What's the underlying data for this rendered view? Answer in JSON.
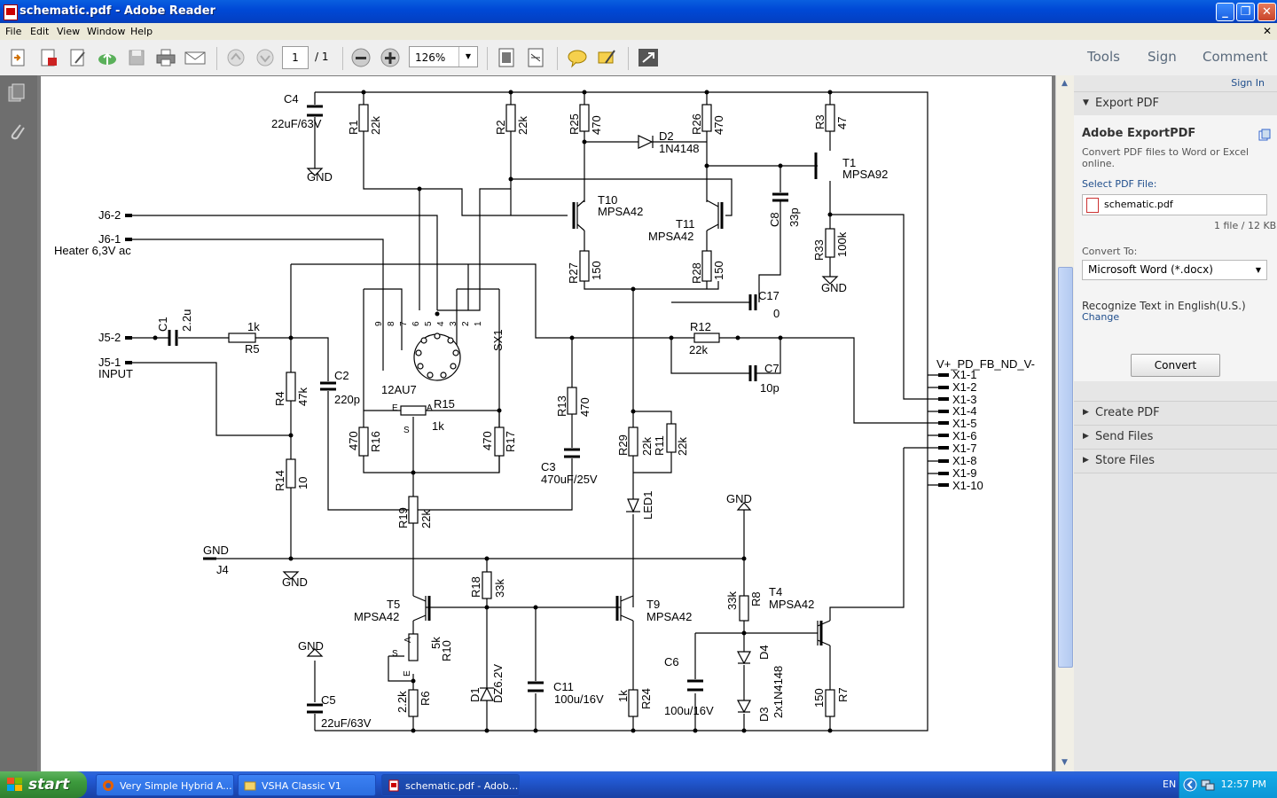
{
  "window": {
    "title": "schematic.pdf - Adobe Reader"
  },
  "menu": [
    "File",
    "Edit",
    "View",
    "Window",
    "Help"
  ],
  "toolbar": {
    "page_current": "1",
    "page_total": "/ 1",
    "zoom": "126%",
    "links": [
      "Tools",
      "Sign",
      "Comment"
    ]
  },
  "right_panel": {
    "sign_in": "Sign In",
    "export_section": "Export PDF",
    "export_title": "Adobe ExportPDF",
    "export_sub": "Convert PDF files to Word or Excel online.",
    "select_label": "Select PDF File:",
    "file_name": "schematic.pdf",
    "file_info": "1 file / 12 KB",
    "convert_to_label": "Convert To:",
    "convert_to_value": "Microsoft Word (*.docx)",
    "recognize_text": "Recognize Text in English(U.S.)",
    "change_link": "Change",
    "convert_button": "Convert",
    "sections": [
      "Create PDF",
      "Send Files",
      "Store Files"
    ]
  },
  "schematic": {
    "labels": [
      {
        "id": "c4",
        "t": "C4"
      },
      {
        "id": "c4v",
        "t": "22uF/63V"
      },
      {
        "id": "gnd1",
        "t": "GND"
      },
      {
        "id": "r1",
        "t": "R1"
      },
      {
        "id": "r1v",
        "t": "22k"
      },
      {
        "id": "r2",
        "t": "R2"
      },
      {
        "id": "r2v",
        "t": "22k"
      },
      {
        "id": "r25",
        "t": "R25"
      },
      {
        "id": "r25v",
        "t": "470"
      },
      {
        "id": "d2",
        "t": "D2"
      },
      {
        "id": "d2v",
        "t": "1N4148"
      },
      {
        "id": "r26",
        "t": "R26"
      },
      {
        "id": "r26v",
        "t": "470"
      },
      {
        "id": "r3",
        "t": "R3"
      },
      {
        "id": "r3v",
        "t": "47"
      },
      {
        "id": "t1",
        "t": "T1"
      },
      {
        "id": "t1v",
        "t": "MPSA92"
      },
      {
        "id": "t10",
        "t": "T10"
      },
      {
        "id": "t10v",
        "t": "MPSA42"
      },
      {
        "id": "t11",
        "t": "T11"
      },
      {
        "id": "t11v",
        "t": "MPSA42"
      },
      {
        "id": "c8",
        "t": "C8"
      },
      {
        "id": "c8v",
        "t": "33p"
      },
      {
        "id": "r33",
        "t": "R33"
      },
      {
        "id": "r33v",
        "t": "100k"
      },
      {
        "id": "gnd2",
        "t": "GND"
      },
      {
        "id": "j62",
        "t": "J6-2"
      },
      {
        "id": "j61",
        "t": "J6-1"
      },
      {
        "id": "heater",
        "t": "Heater 6,3V ac"
      },
      {
        "id": "r27",
        "t": "R27"
      },
      {
        "id": "r27v",
        "t": "150"
      },
      {
        "id": "r28",
        "t": "R28"
      },
      {
        "id": "r28v",
        "t": "150"
      },
      {
        "id": "c17",
        "t": "C17"
      },
      {
        "id": "c17v",
        "t": "0"
      },
      {
        "id": "c1",
        "t": "C1"
      },
      {
        "id": "c1v",
        "t": "2.2u"
      },
      {
        "id": "r5v",
        "t": "1k"
      },
      {
        "id": "r5",
        "t": "R5"
      },
      {
        "id": "j52",
        "t": "J5-2"
      },
      {
        "id": "j51",
        "t": "J5-1"
      },
      {
        "id": "input",
        "t": "INPUT"
      },
      {
        "id": "r12",
        "t": "R12"
      },
      {
        "id": "r12v",
        "t": "22k"
      },
      {
        "id": "c7",
        "t": "C7"
      },
      {
        "id": "c7v",
        "t": "10p"
      },
      {
        "id": "sx1",
        "t": "SX1"
      },
      {
        "id": "tube",
        "t": "12AU7"
      },
      {
        "id": "p9",
        "t": "9"
      },
      {
        "id": "p8",
        "t": "8"
      },
      {
        "id": "p7",
        "t": "7"
      },
      {
        "id": "p6",
        "t": "6"
      },
      {
        "id": "p5",
        "t": "5"
      },
      {
        "id": "p4",
        "t": "4"
      },
      {
        "id": "p3",
        "t": "3"
      },
      {
        "id": "p2",
        "t": "2"
      },
      {
        "id": "p1",
        "t": "1"
      },
      {
        "id": "r4",
        "t": "R4"
      },
      {
        "id": "r4v",
        "t": "47k"
      },
      {
        "id": "c2",
        "t": "C2"
      },
      {
        "id": "c2v",
        "t": "220p"
      },
      {
        "id": "r15",
        "t": "R15"
      },
      {
        "id": "r15v",
        "t": "1k"
      },
      {
        "id": "r15e",
        "t": "E"
      },
      {
        "id": "r15a",
        "t": "A"
      },
      {
        "id": "r15s",
        "t": "S"
      },
      {
        "id": "r16v",
        "t": "470"
      },
      {
        "id": "r16",
        "t": "R16"
      },
      {
        "id": "r17v",
        "t": "470"
      },
      {
        "id": "r17",
        "t": "R17"
      },
      {
        "id": "r13",
        "t": "R13"
      },
      {
        "id": "r13v",
        "t": "470"
      },
      {
        "id": "c3",
        "t": "C3"
      },
      {
        "id": "c3v",
        "t": "470uF/25V"
      },
      {
        "id": "r29",
        "t": "R29"
      },
      {
        "id": "r29v",
        "t": "22k"
      },
      {
        "id": "r11",
        "t": "R11"
      },
      {
        "id": "r11v",
        "t": "22k"
      },
      {
        "id": "led1",
        "t": "LED1"
      },
      {
        "id": "vlabel",
        "t": "V+_PD_FB_ND_V-"
      },
      {
        "id": "x1",
        "t": "X1-1"
      },
      {
        "id": "x2",
        "t": "X1-2"
      },
      {
        "id": "x3",
        "t": "X1-3"
      },
      {
        "id": "x4",
        "t": "X1-4"
      },
      {
        "id": "x5",
        "t": "X1-5"
      },
      {
        "id": "x6",
        "t": "X1-6"
      },
      {
        "id": "x7",
        "t": "X1-7"
      },
      {
        "id": "x8",
        "t": "X1-8"
      },
      {
        "id": "x9",
        "t": "X1-9"
      },
      {
        "id": "x10",
        "t": "X1-10"
      },
      {
        "id": "r14",
        "t": "R14"
      },
      {
        "id": "r14v",
        "t": "10"
      },
      {
        "id": "r19",
        "t": "R19"
      },
      {
        "id": "r19v",
        "t": "22k"
      },
      {
        "id": "gnd3",
        "t": "GND"
      },
      {
        "id": "j4",
        "t": "J4"
      },
      {
        "id": "gnd4",
        "t": "GND"
      },
      {
        "id": "gnd5",
        "t": "GND"
      },
      {
        "id": "r18",
        "t": "R18"
      },
      {
        "id": "r18v",
        "t": "33k"
      },
      {
        "id": "t5",
        "t": "T5"
      },
      {
        "id": "t5v",
        "t": "MPSA42"
      },
      {
        "id": "t9",
        "t": "T9"
      },
      {
        "id": "t9v",
        "t": "MPSA42"
      },
      {
        "id": "r8v",
        "t": "33k"
      },
      {
        "id": "r8",
        "t": "R8"
      },
      {
        "id": "t4",
        "t": "T4"
      },
      {
        "id": "t4v",
        "t": "MPSA42"
      },
      {
        "id": "r10a",
        "t": "A"
      },
      {
        "id": "r10v",
        "t": "5k"
      },
      {
        "id": "r10",
        "t": "R10"
      },
      {
        "id": "r10s",
        "t": "S"
      },
      {
        "id": "r10e",
        "t": "E"
      },
      {
        "id": "gnd6",
        "t": "GND"
      },
      {
        "id": "c5",
        "t": "C5"
      },
      {
        "id": "c5v",
        "t": "22uF/63V"
      },
      {
        "id": "r6v",
        "t": "2.2k"
      },
      {
        "id": "r6",
        "t": "R6"
      },
      {
        "id": "d1",
        "t": "D1"
      },
      {
        "id": "d1v",
        "t": "DZ6.2V"
      },
      {
        "id": "c11",
        "t": "C11"
      },
      {
        "id": "c11v",
        "t": "100u/16V"
      },
      {
        "id": "r24v",
        "t": "1k"
      },
      {
        "id": "r24",
        "t": "R24"
      },
      {
        "id": "c6",
        "t": "C6"
      },
      {
        "id": "c6v",
        "t": "100u/16V"
      },
      {
        "id": "d4",
        "t": "D4"
      },
      {
        "id": "d3",
        "t": "D3"
      },
      {
        "id": "d34v",
        "t": "2x1N4148"
      },
      {
        "id": "r7v",
        "t": "150"
      },
      {
        "id": "r7",
        "t": "R7"
      }
    ]
  },
  "taskbar": {
    "start": "start",
    "tasks": [
      "Very Simple Hybrid A...",
      "VSHA Classic V1",
      "schematic.pdf - Adob..."
    ],
    "lang": "EN",
    "clock": "12:57 PM"
  }
}
